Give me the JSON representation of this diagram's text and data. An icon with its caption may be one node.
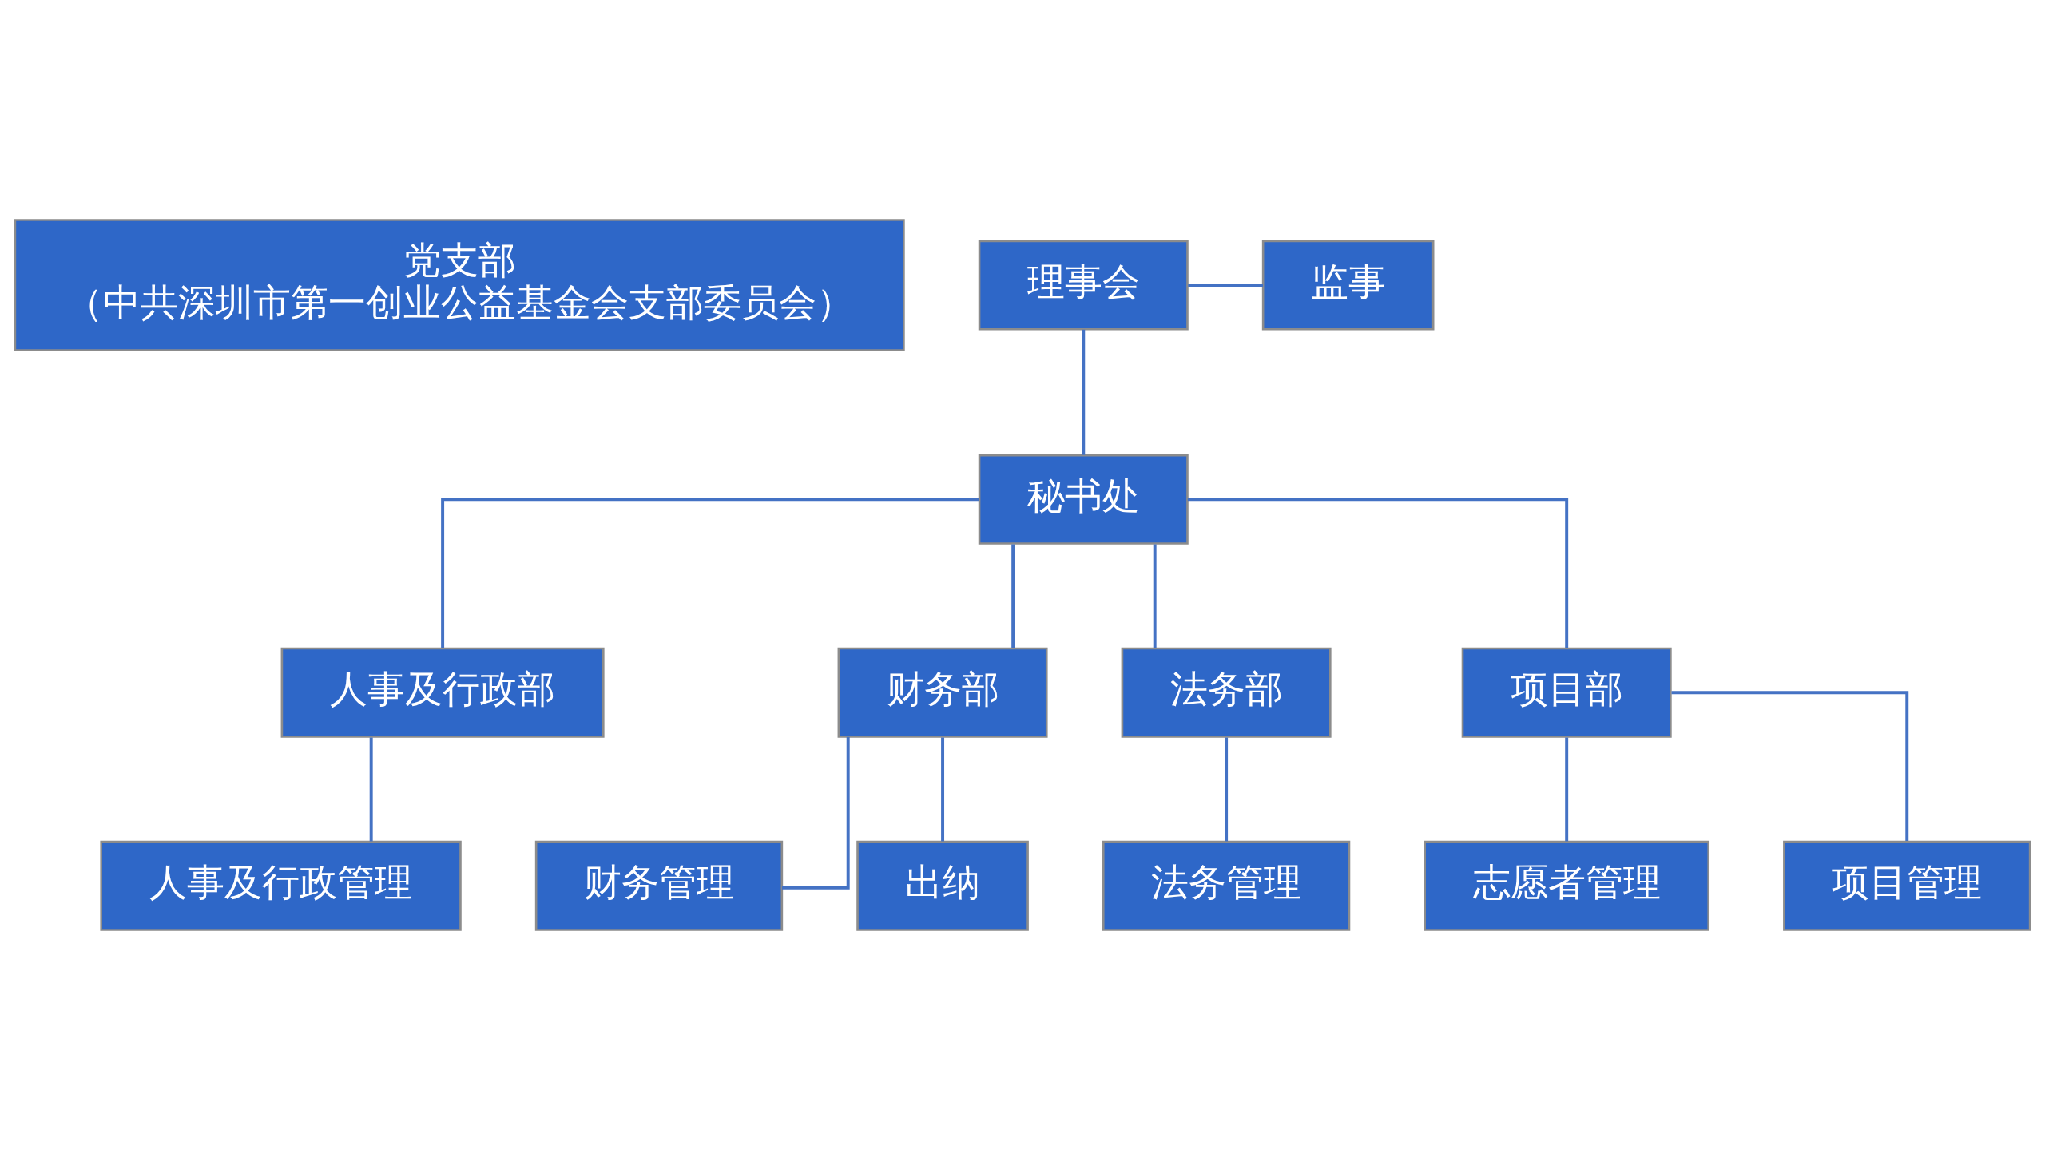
{
  "diagram": {
    "nodes": [
      {
        "text": [
          "党支部",
          "（中共深圳市第一创业公益基金会支部委员会）"
        ]
      },
      {
        "text": [
          "理事会"
        ]
      },
      {
        "text": [
          "监事"
        ]
      },
      {
        "text": [
          "秘书处"
        ]
      },
      {
        "text": [
          "人事及行政部"
        ]
      },
      {
        "text": [
          "财务部"
        ]
      },
      {
        "text": [
          "法务部"
        ]
      },
      {
        "text": [
          "项目部"
        ]
      },
      {
        "text": [
          "人事及行政管理"
        ]
      },
      {
        "text": [
          "财务管理"
        ]
      },
      {
        "text": [
          "出纳"
        ]
      },
      {
        "text": [
          "法务管理"
        ]
      },
      {
        "text": [
          "志愿者管理"
        ]
      },
      {
        "text": [
          "项目管理"
        ]
      }
    ],
    "edges": [
      {
        "from": 1,
        "to": 2,
        "arrow": "none"
      },
      {
        "from": 1,
        "to": 3,
        "arrow": "none"
      },
      {
        "from": 3,
        "to": 4,
        "arrow": "none"
      },
      {
        "from": 3,
        "to": 5,
        "arrow": "none"
      },
      {
        "from": 3,
        "to": 6,
        "arrow": "none"
      },
      {
        "from": 3,
        "to": 7,
        "arrow": "none"
      },
      {
        "from": 4,
        "to": 8,
        "arrow": "none"
      },
      {
        "from": 5,
        "to": 9,
        "arrow": "none"
      },
      {
        "from": 5,
        "to": 10,
        "arrow": "none"
      },
      {
        "from": 6,
        "to": 11,
        "arrow": "none"
      },
      {
        "from": 7,
        "to": 12,
        "arrow": "none"
      },
      {
        "from": 7,
        "to": 13,
        "arrow": "none"
      }
    ]
  }
}
